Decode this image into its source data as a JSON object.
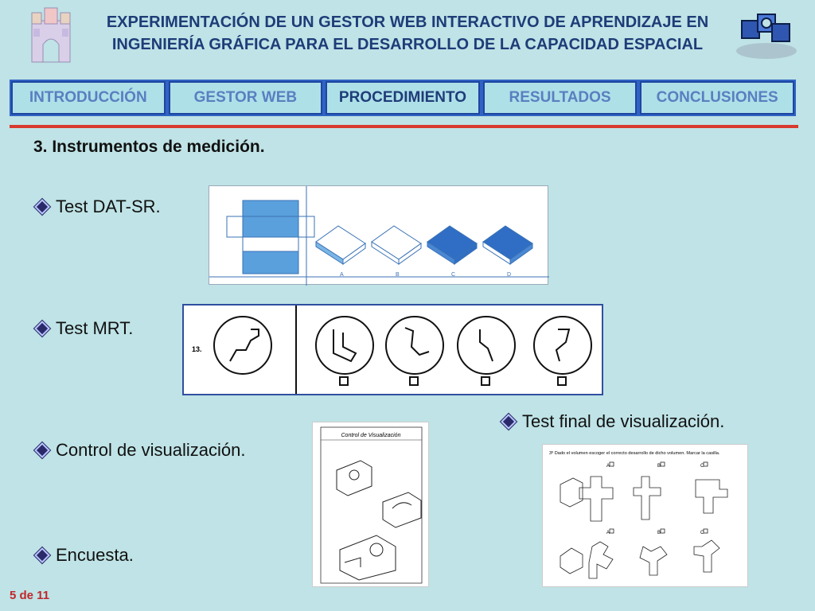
{
  "header": {
    "title_line1": "EXPERIMENTACIÓN DE UN GESTOR WEB INTERACTIVO DE APRENDIZAJE EN",
    "title_line2": "INGENIERÍA GRÁFICA PARA EL DESARROLLO DE LA CAPACIDAD ESPACIAL"
  },
  "nav": {
    "tabs": [
      {
        "label": "INTRODUCCIÓN"
      },
      {
        "label": "GESTOR WEB"
      },
      {
        "label": "PROCEDIMIENTO"
      },
      {
        "label": "RESULTADOS"
      },
      {
        "label": "CONCLUSIONES"
      }
    ],
    "active_tab": "PROCEDIMIENTO"
  },
  "section": {
    "heading": "3. Instrumentos de medición."
  },
  "bullets": {
    "dat": "Test DAT-SR.",
    "mrt": "Test MRT.",
    "control": "Control de visualización.",
    "encuesta": "Encuesta.",
    "final": "Test final de visualización."
  },
  "figures": {
    "dat_labels": [
      "A",
      "B",
      "C",
      "D"
    ],
    "mrt_number": "13.",
    "control_title": "Control de Visualización",
    "final_instruction": "3º Dado el volumen escoger el correcto desarrollo de dicho volumen. Marcar la casilla.",
    "final_labels": [
      "A",
      "B",
      "C"
    ]
  },
  "footer": {
    "page": "5 de 11"
  },
  "colors": {
    "background": "#bfe3e6",
    "title": "#1f3c78",
    "nav_border": "#2f63c4",
    "accent_line": "#d93a2f",
    "footer": "#c0262b"
  }
}
